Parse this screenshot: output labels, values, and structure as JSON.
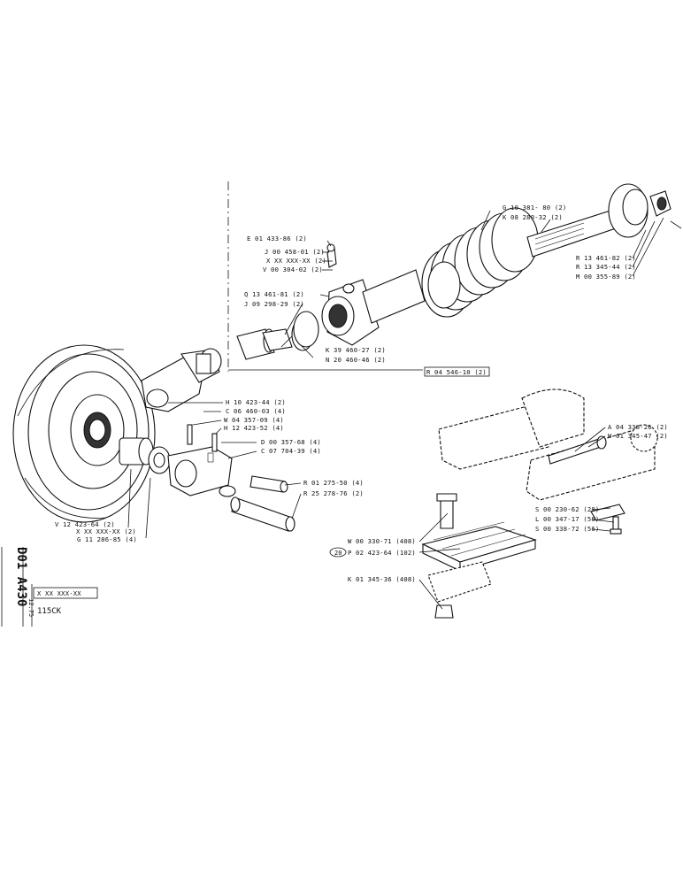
{
  "sheet": {
    "code": "D01 A430",
    "date": "12.75",
    "ref_box": "X XX XXX-XX",
    "model": "115CK",
    "callout_circle": "20"
  },
  "labels": {
    "e01433": "E 01 433-86 (2)",
    "j00458": "J 00 458-01 (2)",
    "xxx": "X XX XXX-XX (2)",
    "v00304": "V 00 304-02 (2)",
    "q13461": "Q 13 461-81 (2)",
    "j09298": "J 09 298-29 (2)",
    "k39460": "K 39 460-27 (2)",
    "n20460": "N 20 460-46 (2)",
    "g10381": "G 10 381- 80 (2)",
    "k08280": "K 08 280-32 (2)",
    "r13461": "R 13 461-82 (2)",
    "r13345": "R 13 345-44 (2)",
    "m00355": "M 00 355-89 (2)",
    "r04546": "R 04 546-10 (2)",
    "h10423": "H 10 423-44 (2)",
    "c06460": "C 06 460-03 (4)",
    "w04357": "W 04 357-09 (4)",
    "h12423": "H 12 423-52 (4)",
    "d00357": "D 00 357-68 (4)",
    "c07704": "C 07 704-39 (4)",
    "r01275": "R 01 275-50 (4)",
    "r25278": "R 25 278-76 (2)",
    "v12423": "V 12 423-64 (2)",
    "xxx2": "X XX XXX-XX (2)",
    "g11286": "G 11 286-85 (4)",
    "a04338": "A 04 338-26 (2)",
    "w01345": "W 01 345-47 (2)",
    "s00230": "S 00 230-62 (28)",
    "l00347": "L 00 347-17 (56)",
    "s00338": "S 00 338-72 (56)",
    "w00330": "W 00 330-71 (408)",
    "p02423": "P 02 423-64 (102)",
    "k01345": "K 01 345-36 (408)"
  }
}
